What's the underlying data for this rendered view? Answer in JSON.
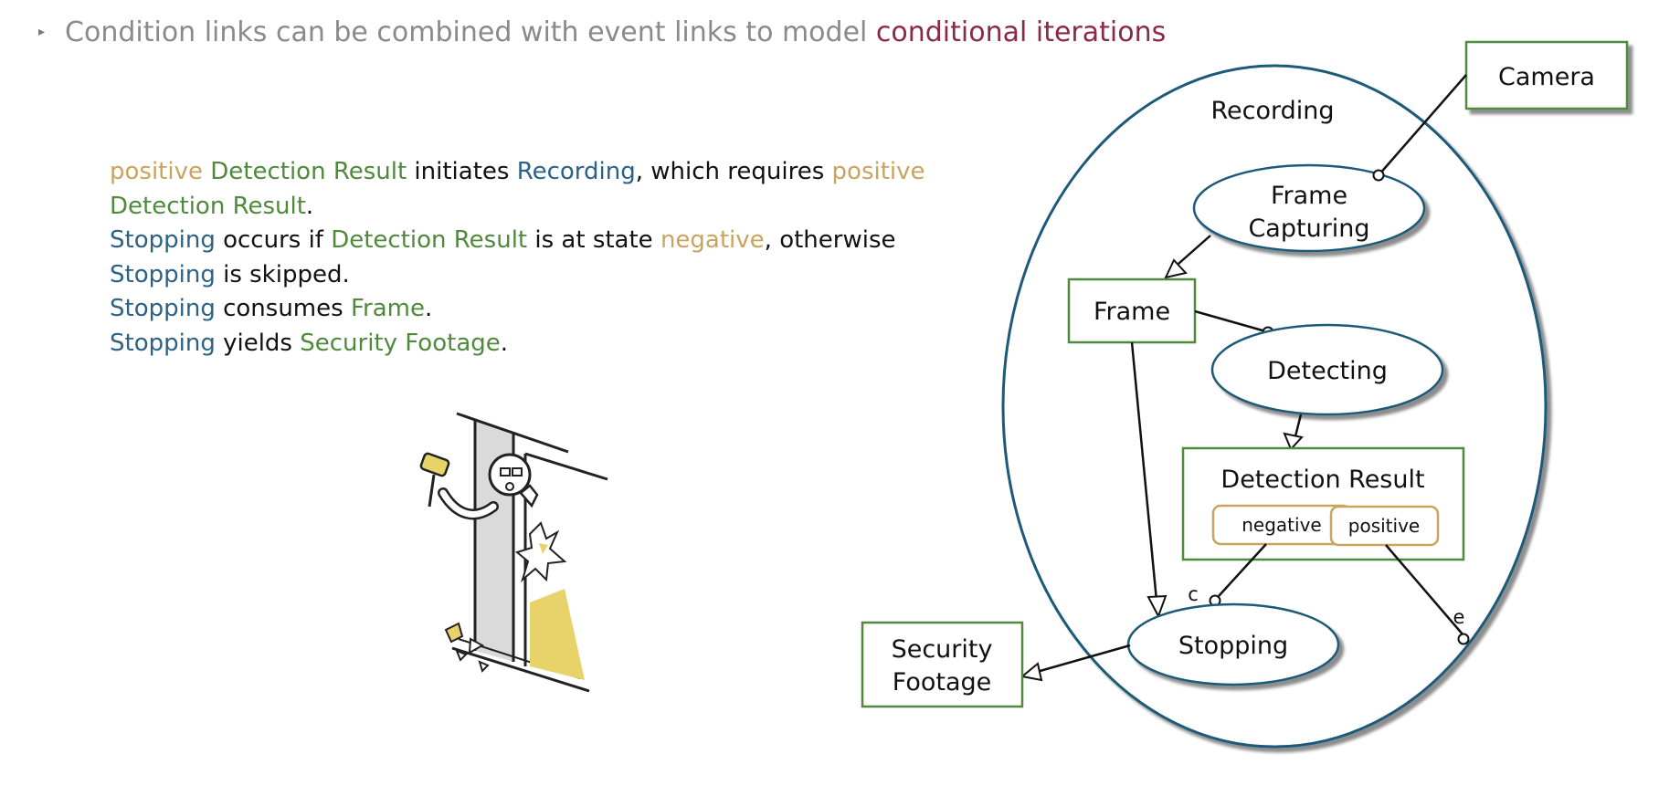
{
  "header": {
    "bullet_text": "Condition links can be combined with event links to model ",
    "bullet_highlight": "conditional iterations"
  },
  "opl": {
    "l1": {
      "a": "positive",
      "b": " ",
      "c": "Detection Result",
      "d": " initiates ",
      "e": "Recording",
      "f": ", which requires ",
      "g": "positive"
    },
    "l2": {
      "a": "Detection Result",
      "b": "."
    },
    "l3": {
      "a": "Stopping",
      "b": " occurs if ",
      "c": "Detection Result",
      "d": " is at state ",
      "e": "negative",
      "f": ", otherwise"
    },
    "l4": {
      "a": "Stopping",
      "b": " is skipped."
    },
    "l5": {
      "a": "Stopping",
      "b": " consumes ",
      "c": "Frame",
      "d": "."
    },
    "l6": {
      "a": "Stopping",
      "b": " yields ",
      "c": "Security Footage",
      "d": "."
    }
  },
  "diagram": {
    "recording": "Recording",
    "camera": "Camera",
    "frame_capturing_1": "Frame",
    "frame_capturing_2": "Capturing",
    "frame": "Frame",
    "detecting": "Detecting",
    "detection_result": "Detection Result",
    "state_negative": "negative",
    "state_positive": "positive",
    "stopping": "Stopping",
    "security_footage_1": "Security",
    "security_footage_2": "Footage",
    "label_c": "c",
    "label_e": "e"
  },
  "colors": {
    "object": "#4f8a3c",
    "process": "#2c6286",
    "state": "#c9a45e",
    "highlight": "#8b2a44",
    "illustration_yellow": "#e8d36a"
  }
}
